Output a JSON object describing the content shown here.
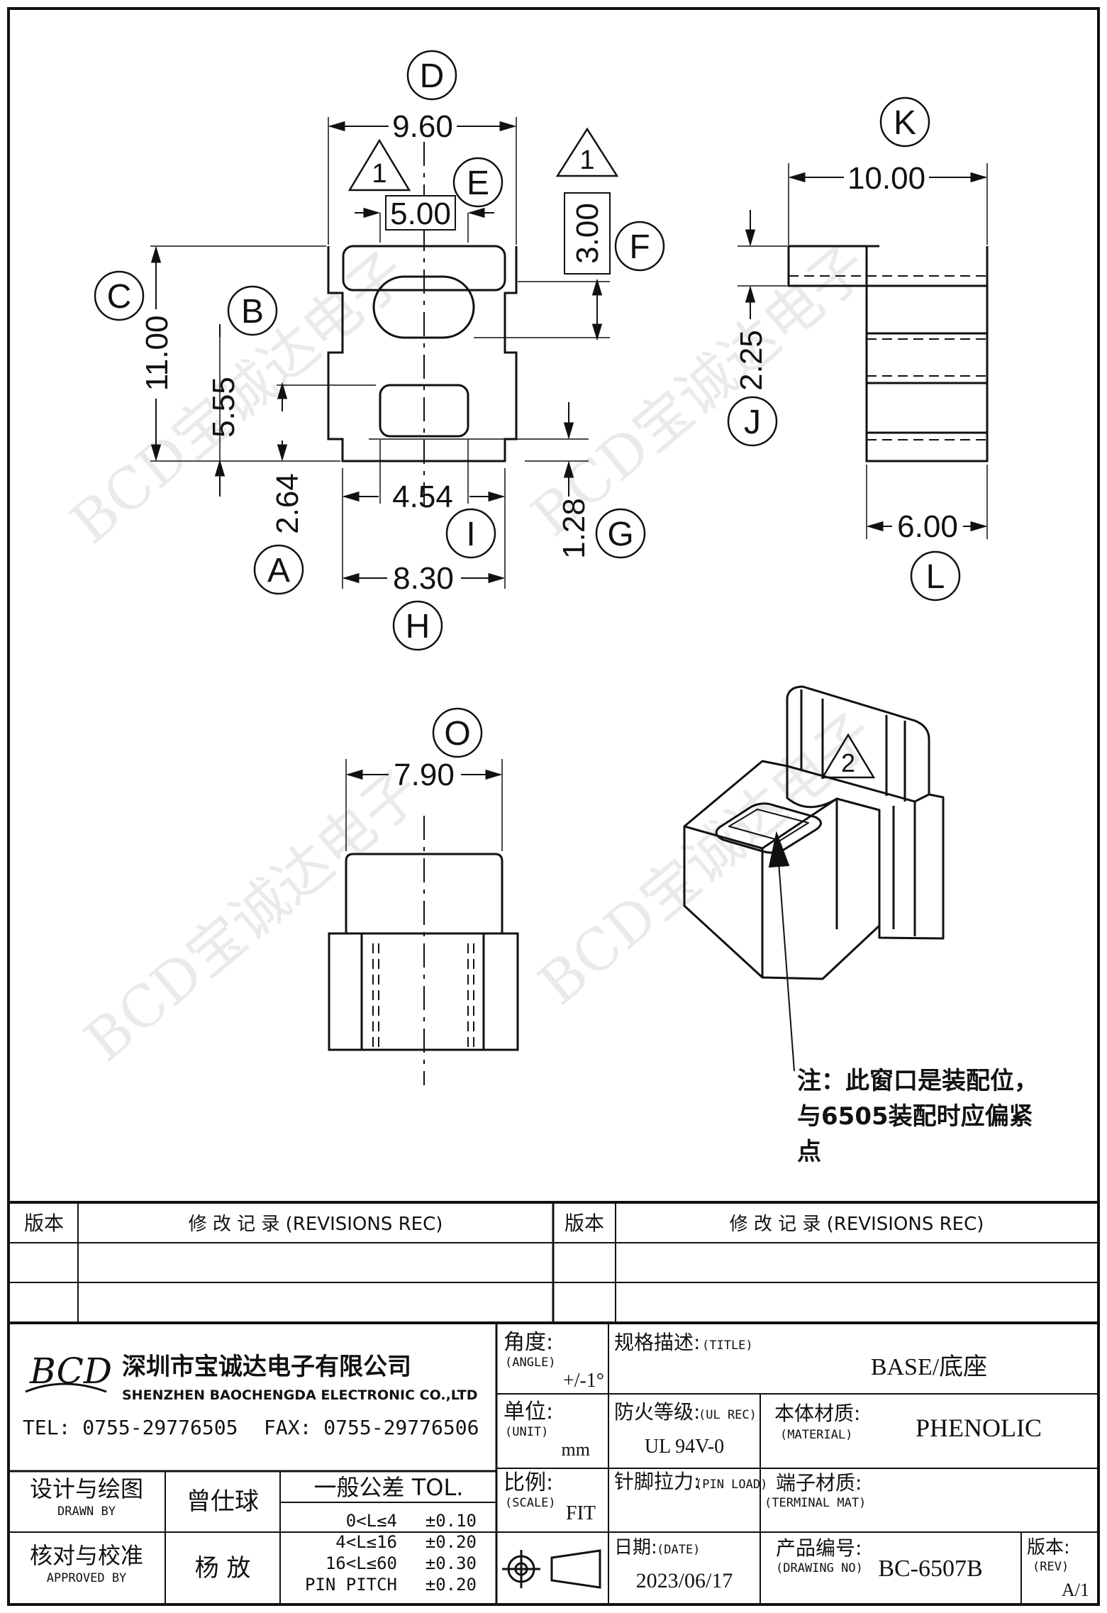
{
  "drawing": {
    "dims": {
      "D": "9.60",
      "E": "5.00",
      "F": "3.00",
      "C": "11.00",
      "B": "5.55",
      "A": "2.64",
      "I": "4.54",
      "G": "1.28",
      "H": "8.30",
      "K": "10.00",
      "J": "2.25",
      "L": "6.00",
      "O": "7.90"
    },
    "labels": {
      "A": "A",
      "B": "B",
      "C": "C",
      "D": "D",
      "E": "E",
      "F": "F",
      "G": "G",
      "H": "H",
      "I": "I",
      "J": "J",
      "K": "K",
      "L": "L",
      "O": "O"
    },
    "markers": {
      "m1": "1",
      "m2": "2"
    },
    "note": [
      "注：此窗口是装配位，",
      "与6505装配时应偏紧",
      "点"
    ],
    "watermark": "BCD宝诚达电子"
  },
  "revisions": {
    "col_version": "版本",
    "col_record": "修  改  记  录  (REVISIONS REC)"
  },
  "company": {
    "logo": "BCD",
    "name_cn": "深圳市宝诚达电子有限公司",
    "name_en": "SHENZHEN BAOCHENGDA ELECTRONIC CO.,LTD",
    "tel": "TEL: 0755-29776505",
    "fax": "FAX: 0755-29776506"
  },
  "titleblock": {
    "angle_label": "角度:",
    "angle_en": "(ANGLE)",
    "angle_val": "+/-1°",
    "unit_label": "单位:",
    "unit_en": "(UNIT)",
    "unit_val": "mm",
    "scale_label": "比例:",
    "scale_en": "(SCALE)",
    "scale_val": "FIT",
    "title_label": "规格描述:",
    "title_en": "(TITLE)",
    "title_val": "BASE/底座",
    "fire_label": "防火等级:",
    "fire_en": "(UL REC)",
    "fire_val": "UL 94V-0",
    "material_label": "本体材质:",
    "material_en": "(MATERIAL)",
    "material_val": "PHENOLIC",
    "pinload_label": "针脚拉力:",
    "pinload_en": "(PIN LOAD)",
    "terminal_label": "端子材质:",
    "terminal_en": "(TERMINAL MAT)",
    "date_label": "日期:",
    "date_en": "(DATE)",
    "date_val": "2023/06/17",
    "drawing_label": "产品编号:",
    "drawing_en": "(DRAWING NO)",
    "drawing_val": "BC-6507B",
    "rev_label": "版本:",
    "rev_en": "(REV)",
    "rev_val": "A/1",
    "drawn_label": "设计与绘图",
    "drawn_en": "DRAWN BY",
    "drawn_val": "曾仕球",
    "approved_label": "核对与校准",
    "approved_en": "APPROVED BY",
    "approved_val": "杨  放",
    "tol_title": "一般公差 TOL.",
    "tol_rows": [
      {
        "range": "0<L≤4",
        "val": "±0.10"
      },
      {
        "range": "4<L≤16",
        "val": "±0.20"
      },
      {
        "range": "16<L≤60",
        "val": "±0.30"
      },
      {
        "range": "PIN PITCH",
        "val": "±0.20"
      }
    ]
  }
}
